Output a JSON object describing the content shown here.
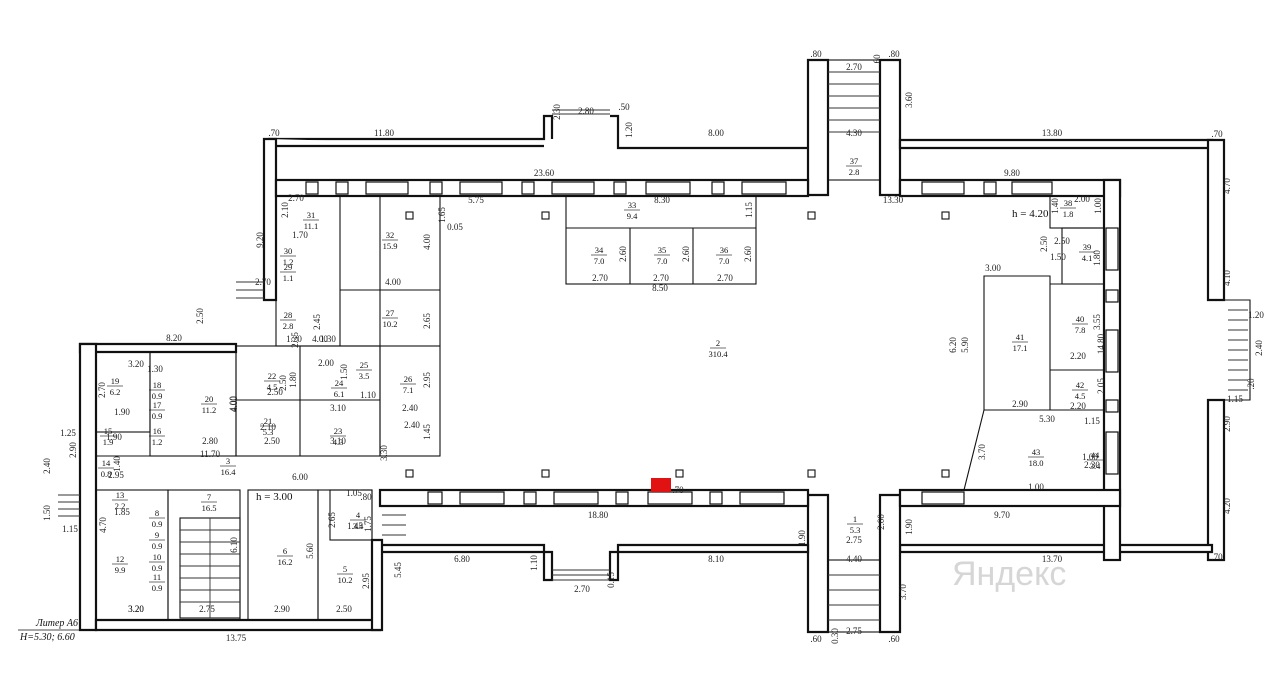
{
  "plan": {
    "liter_label": "Литер А6",
    "height_label": "H=5.30; 6.60",
    "height_main": "h = 4.20",
    "height_left": "h = 3.00",
    "watermark": "Яндекс",
    "marker_color": "#e01212"
  },
  "rooms": [
    {
      "n": "1",
      "a": "5.3"
    },
    {
      "n": "2",
      "a": "310.4"
    },
    {
      "n": "3",
      "a": "16.4"
    },
    {
      "n": "4",
      "a": "3.4"
    },
    {
      "n": "5",
      "a": "10.2"
    },
    {
      "n": "6",
      "a": "16.2"
    },
    {
      "n": "7",
      "a": "16.5"
    },
    {
      "n": "8",
      "a": "0.9"
    },
    {
      "n": "9",
      "a": "0.9"
    },
    {
      "n": "10",
      "a": "0.9"
    },
    {
      "n": "11",
      "a": "0.9"
    },
    {
      "n": "12",
      "a": "9.9"
    },
    {
      "n": "13",
      "a": "2.2"
    },
    {
      "n": "14",
      "a": "0.8"
    },
    {
      "n": "15",
      "a": "1.9"
    },
    {
      "n": "16",
      "a": "1.2"
    },
    {
      "n": "17",
      "a": "0.9"
    },
    {
      "n": "18",
      "a": "0.9"
    },
    {
      "n": "19",
      "a": "6.2"
    },
    {
      "n": "20",
      "a": "11.2"
    },
    {
      "n": "21",
      "a": "5.3"
    },
    {
      "n": "22",
      "a": "4.5"
    },
    {
      "n": "23",
      "a": "4.3"
    },
    {
      "n": "24",
      "a": "6.1"
    },
    {
      "n": "25",
      "a": "3.5"
    },
    {
      "n": "26",
      "a": "7.1"
    },
    {
      "n": "27",
      "a": "10.2"
    },
    {
      "n": "28",
      "a": "2.8"
    },
    {
      "n": "29",
      "a": "1.1"
    },
    {
      "n": "30",
      "a": "1.2"
    },
    {
      "n": "31",
      "a": "11.1"
    },
    {
      "n": "32",
      "a": "15.9"
    },
    {
      "n": "33",
      "a": "9.4"
    },
    {
      "n": "34",
      "a": "7.0"
    },
    {
      "n": "35",
      "a": "7.0"
    },
    {
      "n": "36",
      "a": "7.0"
    },
    {
      "n": "37",
      "a": "2.8"
    },
    {
      "n": "38",
      "a": "1.8"
    },
    {
      "n": "39",
      "a": "4.1"
    },
    {
      "n": "40",
      "a": "7.8"
    },
    {
      "n": "41",
      "a": "17.1"
    },
    {
      "n": "42",
      "a": "4.5"
    },
    {
      "n": "43",
      "a": "18.0"
    },
    {
      "n": "44",
      "a": "3.4"
    }
  ],
  "dimensions": {
    "top": [
      "11.80",
      "2.30",
      "2.80",
      ".50",
      "1.20",
      "8.00",
      "2.70",
      "4.30",
      "13.80",
      ".70",
      ".70",
      ".80",
      ".60",
      ".80",
      "3.60"
    ],
    "inner": [
      "23.60",
      "5.75",
      "8.30",
      "8.50",
      "9.80",
      "13.30",
      "2.50",
      "2.00",
      "1.00",
      "1.50",
      "1.80",
      "1.15",
      "1.65",
      "0.05",
      "2.10",
      "1.70",
      "9.20",
      "2.70",
      "4.00",
      "2.70",
      "2.70",
      "2.70",
      "2.60",
      "2.60",
      "2.60",
      "4.00",
      "3.00",
      "1.40",
      "2.50",
      "6.20",
      "5.90",
      "3.55",
      "14.80",
      "2.20",
      "2.05",
      "2.90",
      "5.30",
      "2.20",
      "1.15",
      "3.70",
      "1.00",
      "2.30",
      "1.00",
      "6.20"
    ],
    "bottom": [
      "18.80",
      "6.00",
      "6.80",
      "8.10",
      "2.70",
      "13.70",
      "9.70",
      "4.40",
      "2.75",
      "2.75",
      "13.75",
      "2.90",
      "2.50",
      "2.75",
      "3.20",
      "1.90",
      "2.00",
      "1.90",
      ".60",
      ".60",
      ".70",
      ".80",
      "0.15",
      "1.10",
      "3.70",
      "0.30",
      ".70"
    ],
    "left": [
      "8.20",
      "2.50",
      "2.70",
      "3.20",
      "2.70",
      "1.25",
      "2.40",
      "2.90",
      "1.50",
      "1.15",
      "1.90",
      "1.40",
      "1.90",
      "1.30",
      "2.80",
      "11.70",
      "2.95",
      "4.70",
      "3.20",
      "1.85",
      "2.50",
      "4.00",
      "2.10",
      "2.50",
      "2.50",
      "3.10",
      "3.10",
      "1.80",
      "4.00",
      "1.20",
      "1.30",
      "2.00",
      "1.10",
      "1.50",
      "2.35",
      "2.45",
      "2.65",
      "2.95",
      "2.40",
      "1.45",
      "2.40",
      "3.30",
      "1.05",
      "2.65",
      "5.60",
      "6.10",
      "5.45",
      "2.95",
      "1.75",
      "1.45",
      "4.00"
    ],
    "right": [
      "4.70",
      "4.10",
      "1.20",
      "2.40",
      "1.15",
      "2.90",
      "4.20",
      ".20"
    ]
  }
}
